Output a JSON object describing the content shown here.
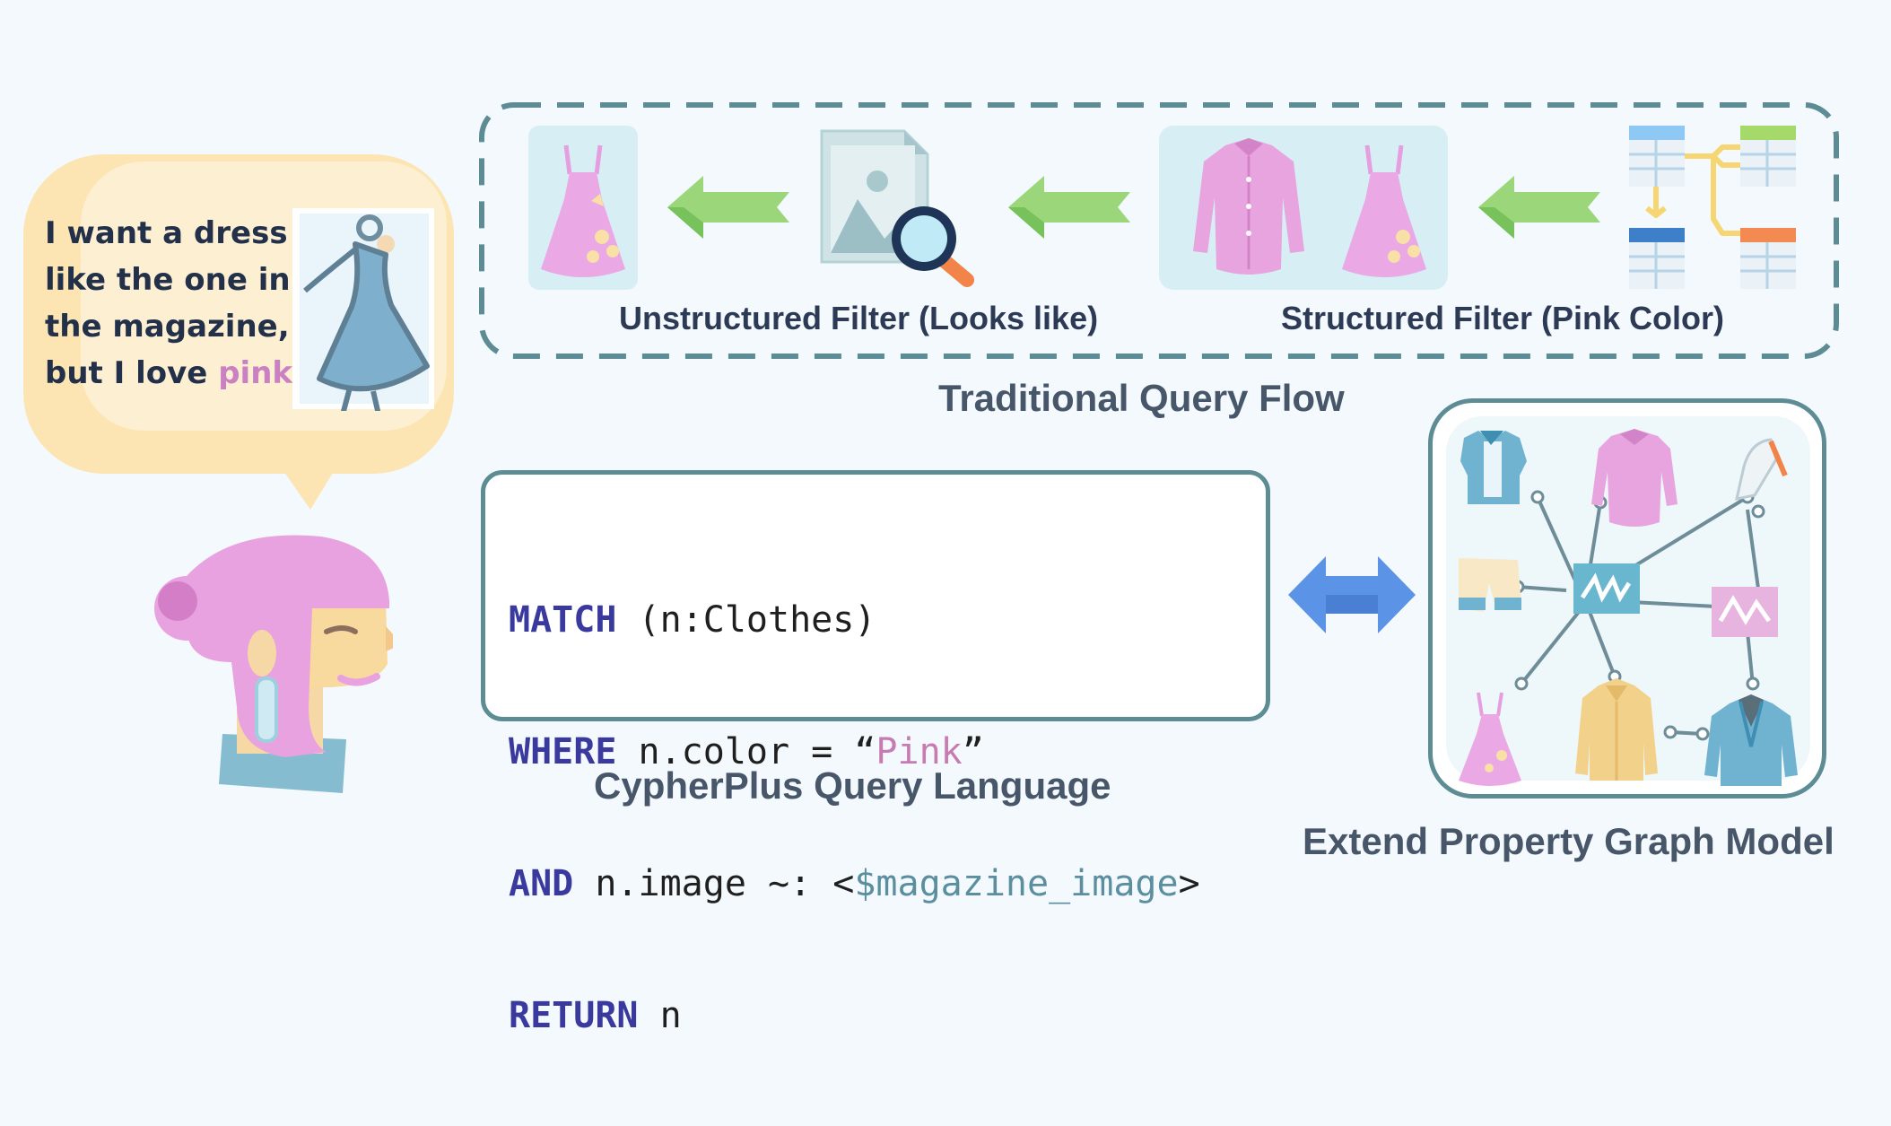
{
  "speech": {
    "line1": "I want a dress",
    "line2": "like the one in",
    "line3": "the magazine,",
    "line4_prefix": "but I love ",
    "line4_pink": "pink",
    "line4_suffix": "!"
  },
  "traditional_flow": {
    "title": "Traditional Query Flow",
    "unstructured_label": "Unstructured Filter  (Looks like)",
    "structured_label": "Structured Filter  (Pink Color)"
  },
  "query": {
    "title": "CypherPlus Query Language",
    "l1_kw": "MATCH",
    "l1_rest": " (n:Clothes)",
    "l2_kw": "WHERE",
    "l2_rest": " n.color = “",
    "l2_str": "Pink",
    "l2_end": "”",
    "l3_kw": "AND",
    "l3_rest": " n.image ~: <",
    "l3_var": "$magazine_image",
    "l3_end": ">",
    "l4_kw": "RETURN",
    "l4_rest": " n"
  },
  "graph": {
    "title": "Extend Property Graph Model"
  },
  "colors": {
    "background": "#f3f9fc",
    "frame": "#5d8c94",
    "arrow_green": "#9bd67a",
    "arrow_blue": "#5b93e6",
    "pink": "#e7a4df",
    "title": "#475669"
  }
}
